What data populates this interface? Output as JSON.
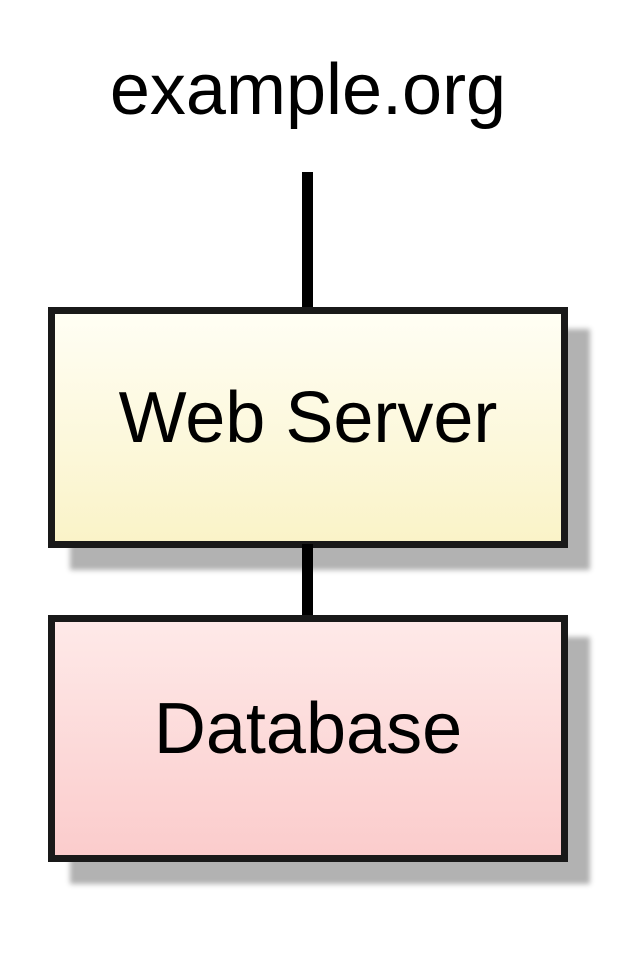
{
  "diagram": {
    "title": "example.org",
    "nodes": [
      {
        "id": "web-server",
        "label": "Web Server",
        "fill_top": "#fffef4",
        "fill_bottom": "#faf3c8"
      },
      {
        "id": "database",
        "label": "Database",
        "fill_top": "#fee9e8",
        "fill_bottom": "#fbcccc"
      }
    ],
    "edges": [
      {
        "from": "example.org",
        "to": "Web Server"
      },
      {
        "from": "Web Server",
        "to": "Database"
      }
    ],
    "colors": {
      "background": "#ffffff",
      "node_border": "#191919",
      "connector": "#000000",
      "shadow": "#b2b2b2",
      "text": "#000000"
    }
  }
}
